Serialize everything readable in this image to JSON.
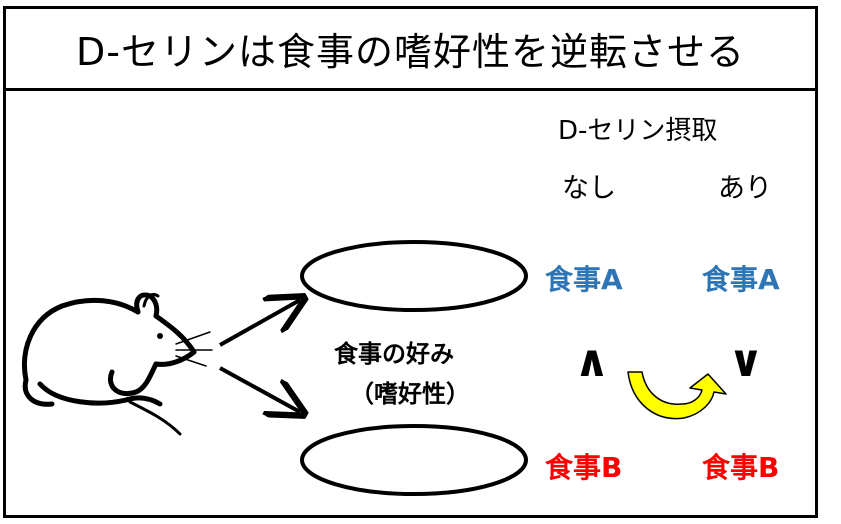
{
  "title": "D-セリンは食事の嗜好性を逆転させる",
  "intake_label": "D-セリン摂取",
  "columns": {
    "without": "なし",
    "with": "あり"
  },
  "meals": {
    "a": "食事A",
    "b": "食事B"
  },
  "preference": {
    "line1": "食事の好み",
    "line2": "（嗜好性）"
  },
  "comparison": {
    "without": "∧",
    "with": "∨"
  },
  "colors": {
    "meal_a": "#2e75b6",
    "meal_b": "#ff0000",
    "reverse_arrow": "#ffff00"
  },
  "icons": [
    "mouse-icon",
    "reverse-arrow-icon"
  ]
}
